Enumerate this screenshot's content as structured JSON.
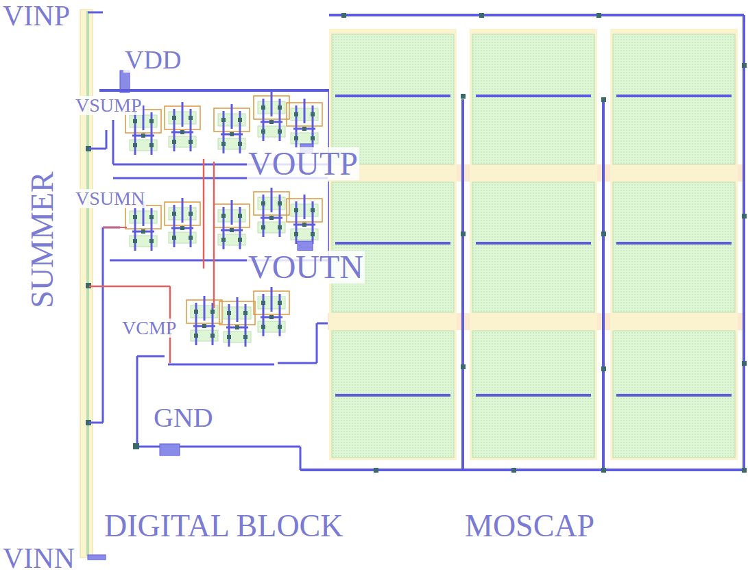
{
  "diagram": {
    "labels": [
      "VINP",
      "VDD",
      "VSUMP",
      "SUMMER",
      "VOUTP",
      "VSUMN",
      "VOUTN",
      "VCMP",
      "GND",
      "DIGITAL BLOCK",
      "MOSCAP",
      "VINN"
    ]
  }
}
